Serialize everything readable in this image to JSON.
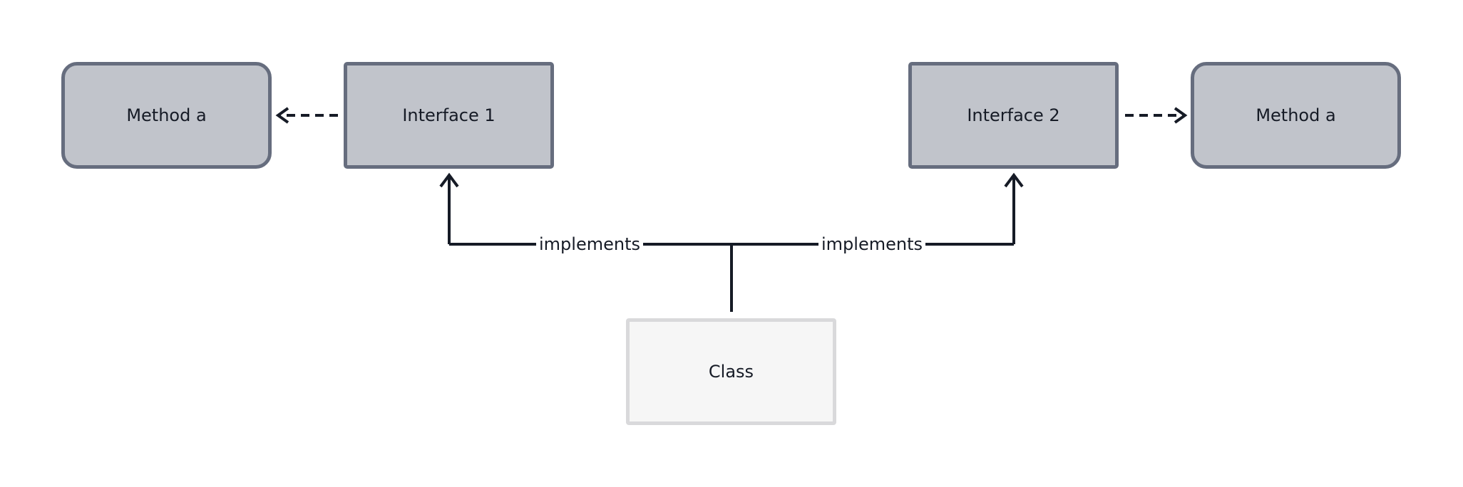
{
  "nodes": {
    "method_left": "Method a",
    "interface_1": "Interface 1",
    "interface_2": "Interface 2",
    "method_right": "Method a",
    "class": "Class"
  },
  "edges": {
    "implements_1": "implements",
    "implements_2": "implements"
  },
  "colors": {
    "interface_fill": "#c1c4cb",
    "interface_border": "#666d7e",
    "class_fill": "#f6f6f6",
    "class_border": "#d9d9db",
    "line": "#161b26"
  }
}
